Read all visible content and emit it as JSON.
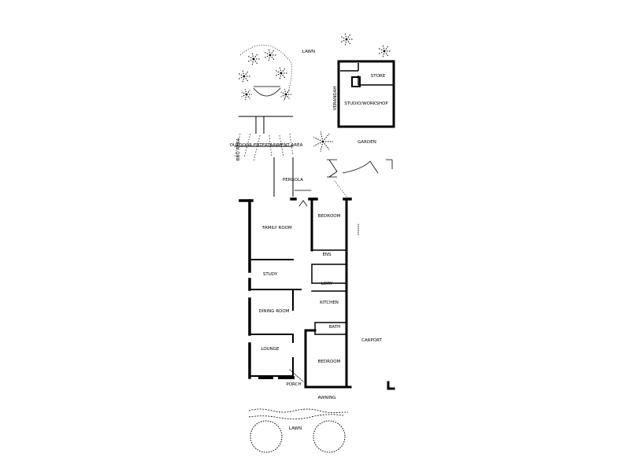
{
  "colors": {
    "line": "#000000",
    "background": "#ffffff"
  },
  "labels": {
    "lawn_top": "LAWN",
    "store": "STORE",
    "studio": "STUDIO/WORKSHOP",
    "side": "VERANDAH",
    "garden": "GARDEN",
    "outdoor": "OUTDOOR ENTERTAINMENT AREA",
    "bbq": "BBQ AREA",
    "pergola": "PERGOLA",
    "family": "FAMILY ROOM",
    "bedroom1": "BEDROOM",
    "ens": "ENS",
    "study": "STUDY",
    "laundry": "LDRY",
    "kitchen": "KITCHEN",
    "dining": "DINING ROOM",
    "bath": "BATH",
    "lounge": "LOUNGE",
    "carport": "CARPORT",
    "bedroom2": "BEDROOM",
    "porch": "PORCH",
    "awning": "AWNING",
    "lawn_bottom": "LAWN"
  }
}
